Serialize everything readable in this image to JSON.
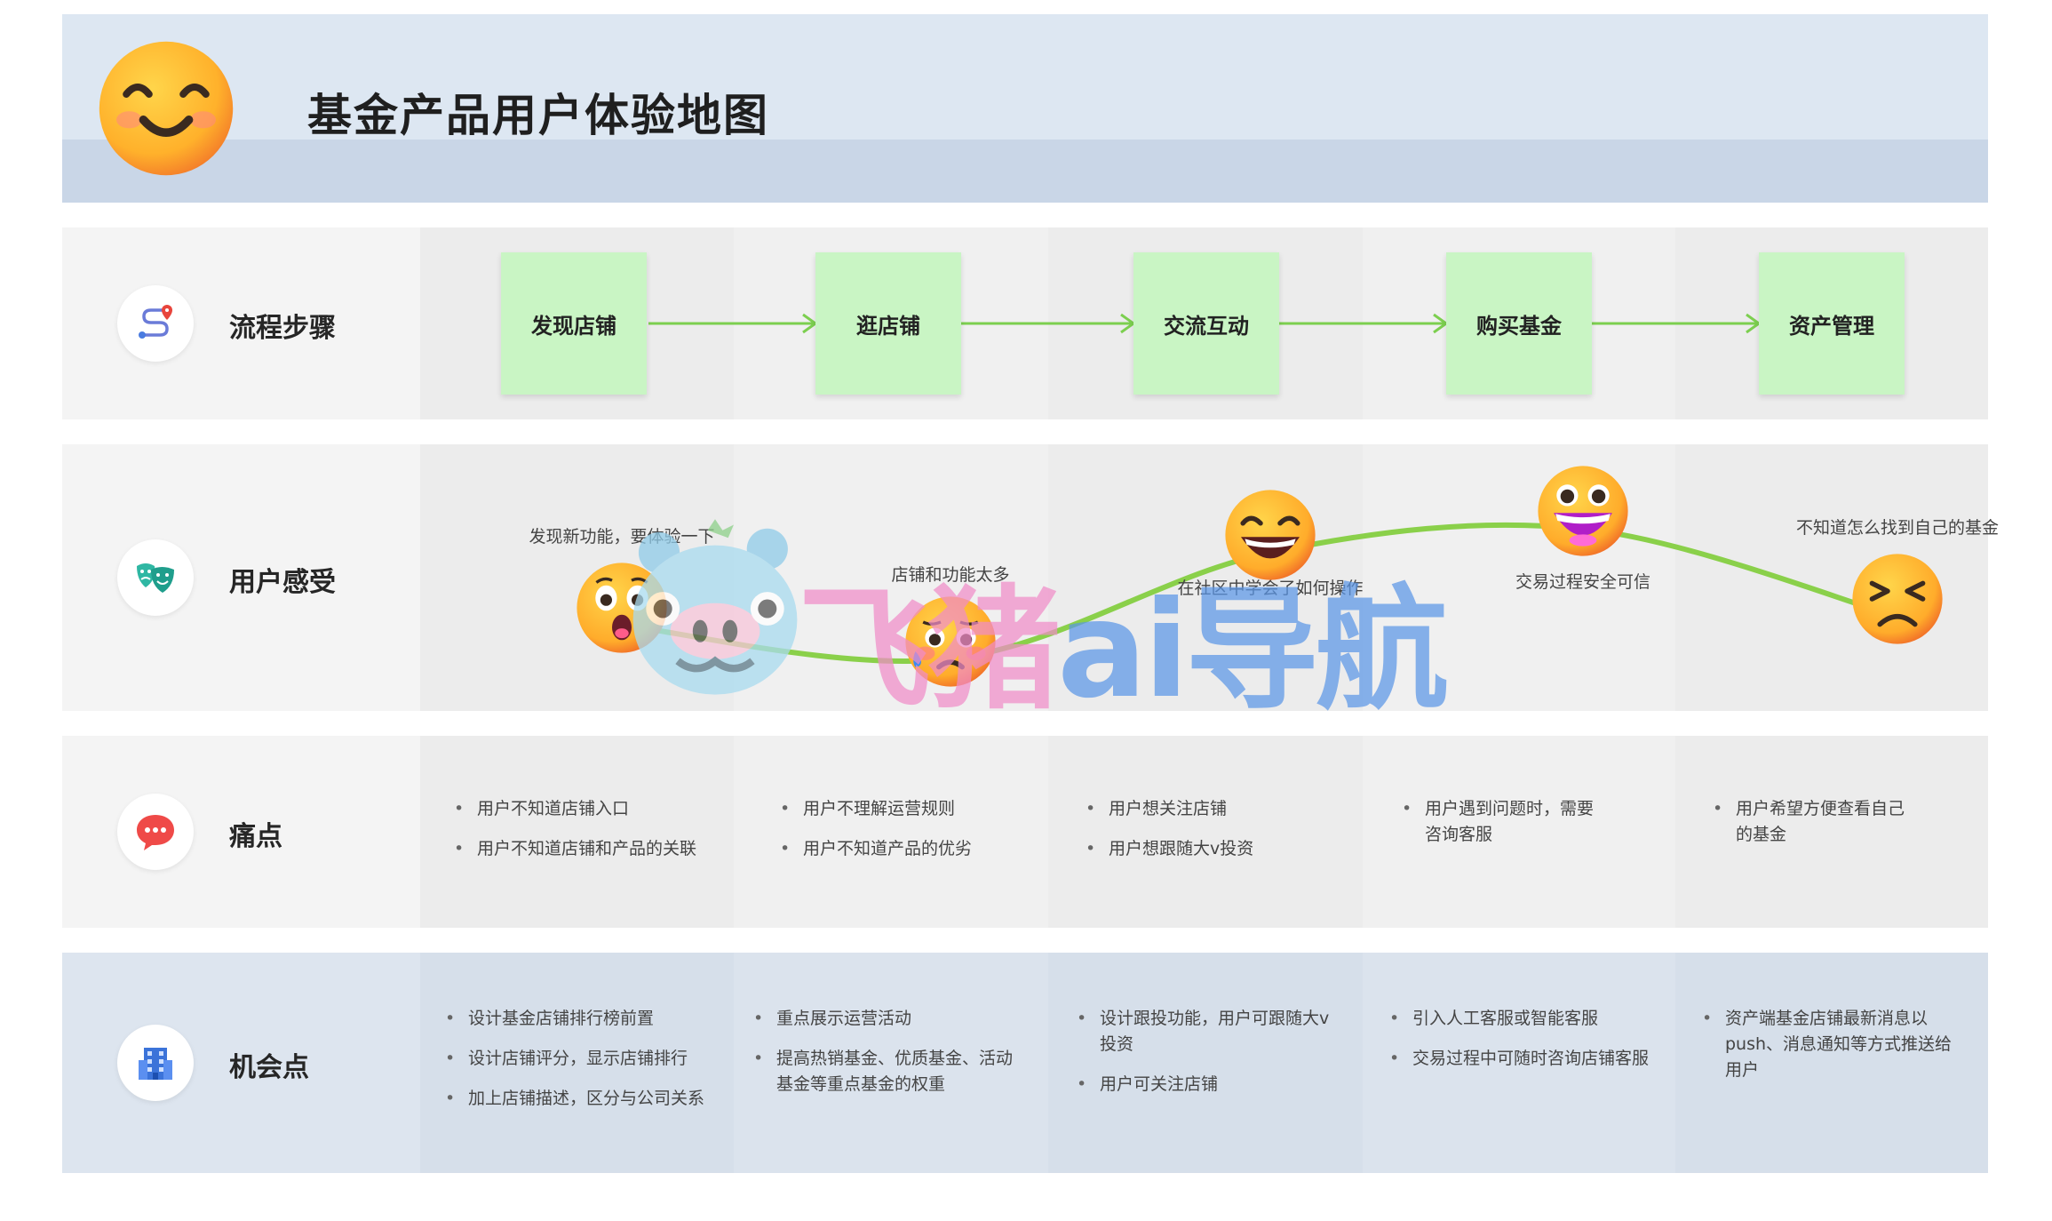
{
  "title": "基金产品用户体验地图",
  "rows": {
    "steps": {
      "label": "流程步骤",
      "icon": "route-icon"
    },
    "feelings": {
      "label": "用户感受",
      "icon": "theater-masks-icon"
    },
    "pains": {
      "label": "痛点",
      "icon": "speech-bubble-icon"
    },
    "opportunities": {
      "label": "机会点",
      "icon": "building-icon"
    }
  },
  "steps": [
    "发现店铺",
    "逛店铺",
    "交流互动",
    "购买基金",
    "资产管理"
  ],
  "feelings": [
    {
      "text": "发现新功能，要体验一下",
      "emoji": "surprised-face-icon",
      "level": 0.35
    },
    {
      "text": "店铺和功能太多",
      "emoji": "worried-sweat-face-icon",
      "level": 0.15
    },
    {
      "text": "在社区中学会了如何操作",
      "emoji": "grinning-face-icon",
      "level": 0.78
    },
    {
      "text": "交易过程安全可信",
      "emoji": "big-grin-face-icon",
      "level": 0.92
    },
    {
      "text": "不知道怎么找到自己的基金",
      "emoji": "confounded-face-icon",
      "level": 0.4
    }
  ],
  "pains": [
    [
      "用户不知道店铺入口",
      "用户不知道店铺和产品的关联"
    ],
    [
      "用户不理解运营规则",
      "用户不知道产品的优劣"
    ],
    [
      "用户想关注店铺",
      "用户想跟随大v投资"
    ],
    [
      "用户遇到问题时，需要咨询客服"
    ],
    [
      "用户希望方便查看自己的基金"
    ]
  ],
  "opportunities": [
    [
      "设计基金店铺排行榜前置",
      "设计店铺评分，显示店铺排行",
      "加上店铺描述，区分与公司关系"
    ],
    [
      "重点展示运营活动",
      "提高热销基金、优质基金、活动基金等重点基金的权重"
    ],
    [
      "设计跟投功能，用户可跟随大v投资",
      "用户可关注店铺"
    ],
    [
      "引入人工客服或智能客服",
      "交易过程中可随时咨询店铺客服"
    ],
    [
      "资产端基金店铺最新消息以push、消息通知等方式推送给用户"
    ]
  ],
  "watermark": {
    "text_a": "飞猪",
    "text_b": "ai导航"
  },
  "colors": {
    "step_fill": "#c9f5c4",
    "arrow": "#7ccf4f",
    "curve": "#8ad04a",
    "header": "#dde7f2"
  }
}
